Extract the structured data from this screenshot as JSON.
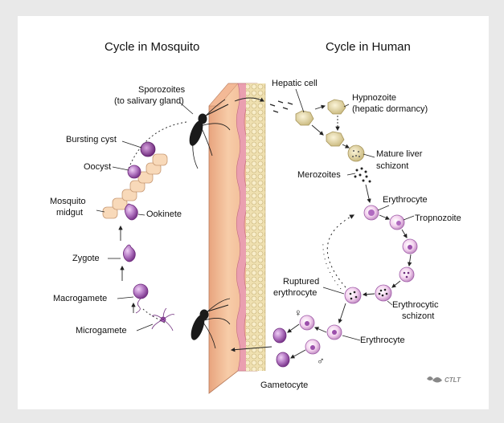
{
  "titles": {
    "mosquito": "Cycle in Mosquito",
    "human": "Cycle in Human"
  },
  "labels": {
    "sporozoites_1": "Sporozoites",
    "sporozoites_2": "(to salivary gland)",
    "bursting_cyst": "Bursting cyst",
    "oocyst": "Oocyst",
    "mosquito_midgut_1": "Mosquito",
    "mosquito_midgut_2": "midgut",
    "ookinete": "Ookinete",
    "zygote": "Zygote",
    "macrogamete": "Macrogamete",
    "microgamete": "Microgamete",
    "hepatic_cell": "Hepatic cell",
    "hypnozoite_1": "Hypnozoite",
    "hypnozoite_2": "(hepatic dormancy)",
    "mature_liver_1": "Mature liver",
    "mature_liver_2": "schizont",
    "merozoites": "Merozoites",
    "erythrocyte_top": "Erythrocyte",
    "tropnozoite": "Tropnozoite",
    "ruptured_1": "Ruptured",
    "ruptured_2": "erythrocyte",
    "erythrocytic_1": "Erythrocytic",
    "erythrocytic_2": "schizont",
    "erythrocyte_bottom": "Erythrocyte",
    "gametocyte": "Gametocyte",
    "female_symbol": "♀",
    "male_symbol": "♂"
  },
  "logo": "CTLT",
  "colors": {
    "background": "#e9e9e9",
    "panel": "#ffffff",
    "skin": "#f5c6a0",
    "vessel_wall": "#eab2b8",
    "fat_cells": "#f0e3b8",
    "parasite_purple": "#b06ac0",
    "cell_pink": "#f7d9ee",
    "midgut": "#f8d9b9"
  }
}
